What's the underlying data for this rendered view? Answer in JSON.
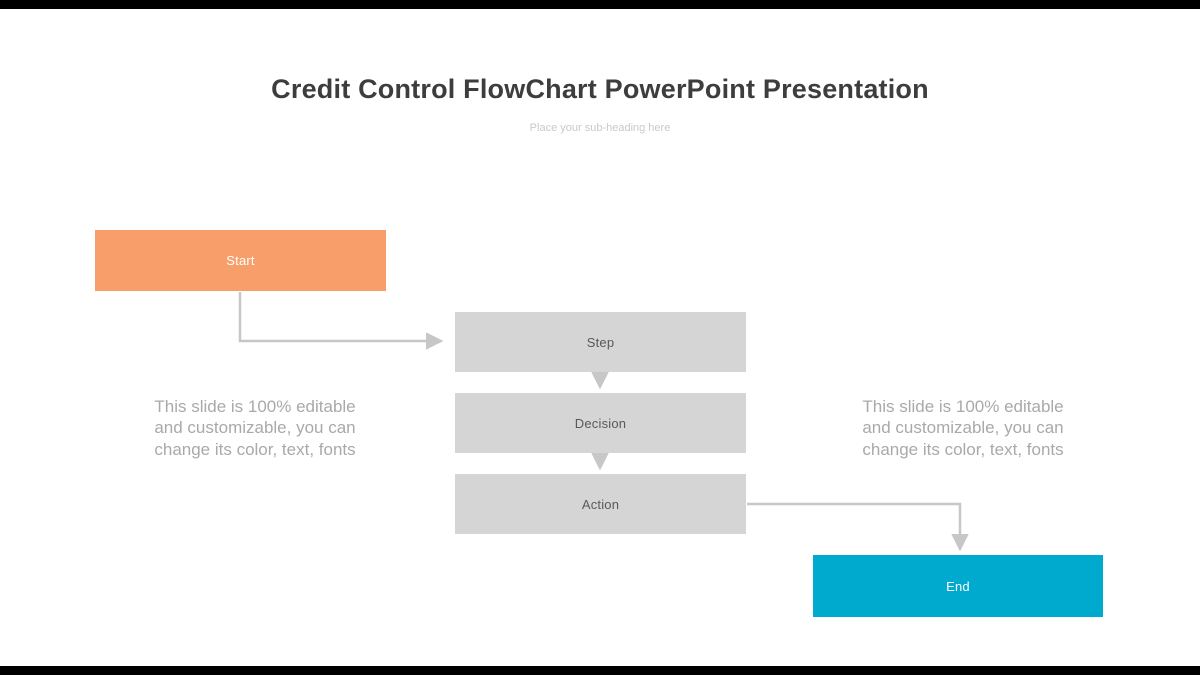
{
  "slide": {
    "title": "Credit Control FlowChart PowerPoint Presentation",
    "subheading": "Place your sub-heading here"
  },
  "flowchart": {
    "nodes": [
      {
        "id": "start",
        "label": "Start",
        "color": "#F89E6B",
        "text_color": "#FFFFFF"
      },
      {
        "id": "step",
        "label": "Step",
        "color": "#D5D5D5",
        "text_color": "#595959"
      },
      {
        "id": "decision",
        "label": "Decision",
        "color": "#D5D5D5",
        "text_color": "#595959"
      },
      {
        "id": "action",
        "label": "Action",
        "color": "#D5D5D5",
        "text_color": "#595959"
      },
      {
        "id": "end",
        "label": "End",
        "color": "#00A9CE",
        "text_color": "#FFFFFF"
      }
    ],
    "connector_color": "#C7C7C7"
  },
  "side_text": {
    "left": "This slide is 100% editable and customizable, you can change its color, text, fonts",
    "right": "This slide is 100% editable and customizable, you can change its color, text, fonts"
  }
}
